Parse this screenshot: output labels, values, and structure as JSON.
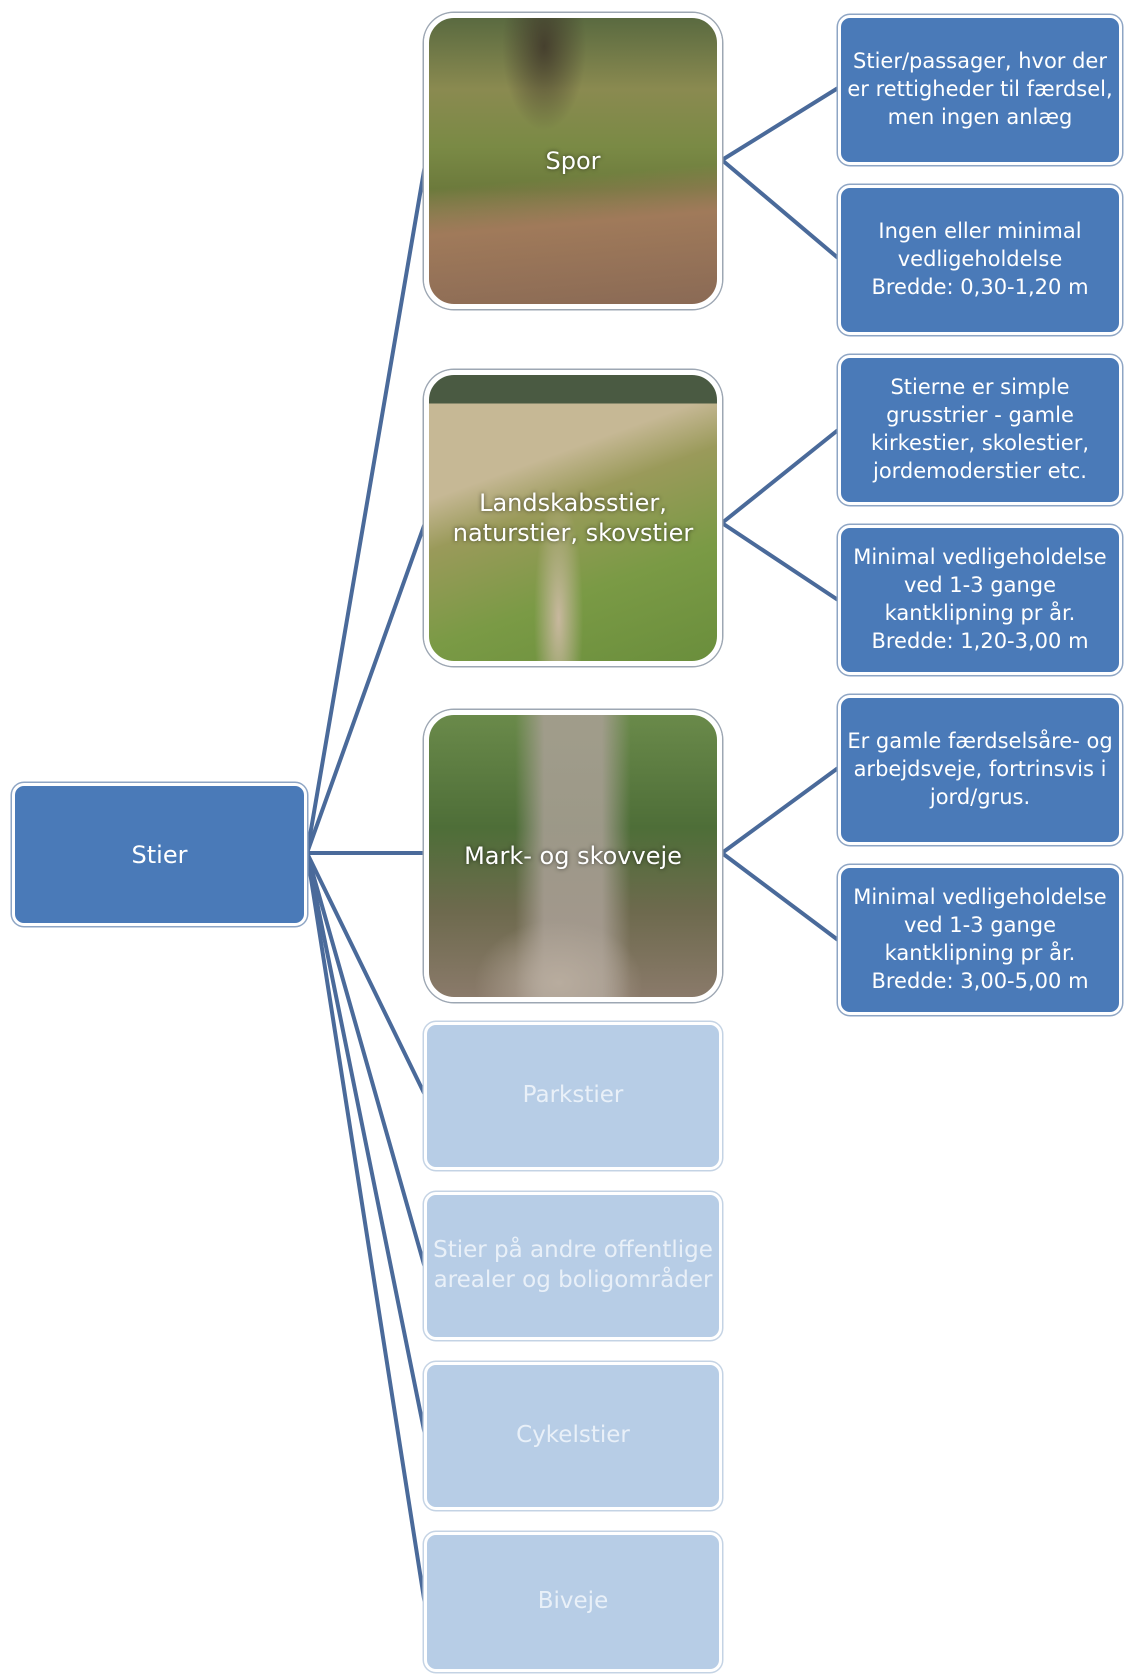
{
  "root": {
    "label": "Stier"
  },
  "categories": [
    {
      "label": "Spor",
      "style": "photo"
    },
    {
      "label": "Landskabsstier,\nnaturstier, skovstier",
      "style": "photo"
    },
    {
      "label": "Mark- og skovveje",
      "style": "photo"
    },
    {
      "label": "Parkstier",
      "style": "faded"
    },
    {
      "label": "Stier på andre offentlige\narealer og boligområder",
      "style": "faded"
    },
    {
      "label": "Cykelstier",
      "style": "faded"
    },
    {
      "label": "Biveje",
      "style": "faded"
    }
  ],
  "descriptions": [
    {
      "text": "Stier/passager, hvor der\ner rettigheder til færdsel,\nmen ingen anlæg"
    },
    {
      "text": "Ingen eller minimal\nvedligeholdelse\nBredde: 0,30-1,20 m"
    },
    {
      "text": "Stierne er simple\ngrusstrier - gamle\nkirkestier, skolestier,\njordemoderstier etc."
    },
    {
      "text": "Minimal vedligeholdelse\nved 1-3 gange\nkantklipning pr år.\nBredde: 1,20-3,00 m"
    },
    {
      "text": "Er gamle færdselsåre- og\narbejdsveje, fortrinsvis i\njord/grus."
    },
    {
      "text": "Minimal vedligeholdelse\nved 1-3 gange\nkantklipning pr år.\nBredde: 3,00-5,00 m"
    }
  ],
  "colors": {
    "box_dark": "#4a7ab8",
    "box_faded": "#b7cde6",
    "connector": "#4a6a9a",
    "text": "#ffffff"
  }
}
